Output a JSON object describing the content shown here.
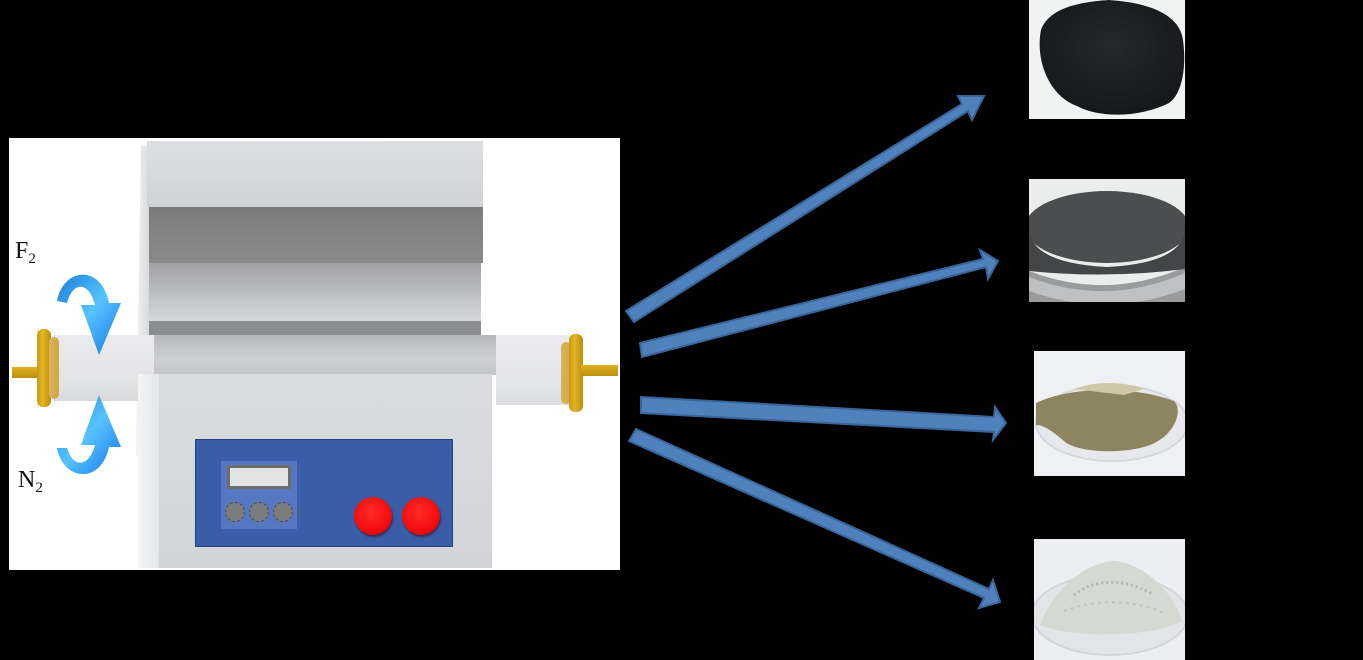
{
  "figure": {
    "description": "Fluorination tube furnace producing powders of varying color",
    "background": "#000000"
  },
  "gas_inputs": [
    {
      "label": "F",
      "subscript": "2",
      "flow_direction": "in",
      "arrow_color": "#2a9df4"
    },
    {
      "label": "N",
      "subscript": "2",
      "flow_direction": "in",
      "arrow_color": "#2a9df4"
    }
  ],
  "furnace": {
    "body_color": "#d6d8db",
    "panel_color": "#3a5da7",
    "controller_color": "#5577c4",
    "display_color": "#e3e3e3",
    "knob_count": 3,
    "knob_color": "#7b7b7d",
    "indicator_buttons": 2,
    "indicator_color": "#f50d0d",
    "flange_color": "#e0af1f"
  },
  "arrows": {
    "color": "#4f81bd",
    "stroke": "#3a6598",
    "count": 4
  },
  "products": [
    {
      "name": "black-powder",
      "color": "#1b1d20",
      "container": "heap"
    },
    {
      "name": "dark-gray-powder",
      "color": "#4a4b4c",
      "container": "dish"
    },
    {
      "name": "olive-powder",
      "color": "#8d8460",
      "container": "dish"
    },
    {
      "name": "white-powder",
      "color": "#d9dbd6",
      "container": "dish"
    }
  ]
}
